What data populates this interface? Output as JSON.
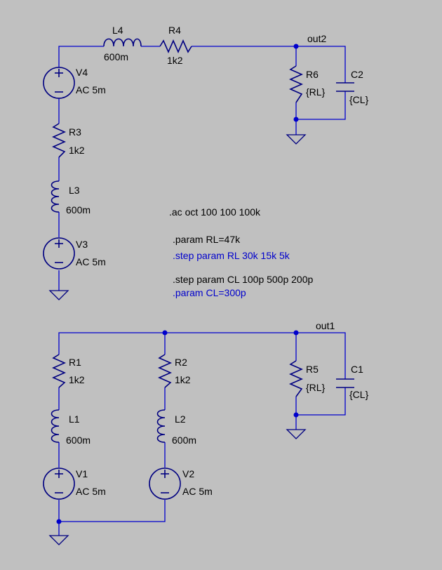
{
  "colors": {
    "background": "#c0c0c0",
    "wire": "#0000cc",
    "symbol": "#000080",
    "text": "#000000",
    "commented_directive": "#0000cc"
  },
  "nets": {
    "out2": "out2",
    "out1": "out1"
  },
  "components": {
    "L4": {
      "ref": "L4",
      "value": "600m"
    },
    "R4": {
      "ref": "R4",
      "value": "1k2"
    },
    "V4": {
      "ref": "V4",
      "value": "AC 5m"
    },
    "R6": {
      "ref": "R6",
      "value": "{RL}"
    },
    "C2": {
      "ref": "C2",
      "value": "{CL}"
    },
    "R3": {
      "ref": "R3",
      "value": "1k2"
    },
    "L3": {
      "ref": "L3",
      "value": "600m"
    },
    "V3": {
      "ref": "V3",
      "value": "AC 5m"
    },
    "R1": {
      "ref": "R1",
      "value": "1k2"
    },
    "L1": {
      "ref": "L1",
      "value": "600m"
    },
    "V1": {
      "ref": "V1",
      "value": "AC 5m"
    },
    "R2": {
      "ref": "R2",
      "value": "1k2"
    },
    "L2": {
      "ref": "L2",
      "value": "600m"
    },
    "V2": {
      "ref": "V2",
      "value": "AC 5m"
    },
    "R5": {
      "ref": "R5",
      "value": "{RL}"
    },
    "C1": {
      "ref": "C1",
      "value": "{CL}"
    }
  },
  "directives": {
    "ac": ".ac oct 100 100 100k",
    "param_rl": ".param RL=47k",
    "step_rl": ".step param RL 30k 15k 5k",
    "step_cl": ".step param CL 100p 500p 200p",
    "param_cl": ".param CL=300p"
  }
}
